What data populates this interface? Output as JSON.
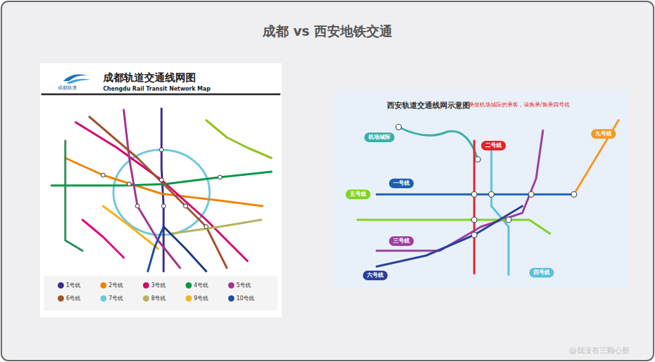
{
  "diagram": {
    "title": "成都 vs 西安地铁交通",
    "nodes": [
      {
        "text": [
          "成都轨道交通线网图",
          "Chengdu Rail Transit Network Map"
        ]
      },
      {
        "text": [
          "西安轨道交通线网示意图"
        ]
      },
      {
        "text": [
          "机场城际"
        ],
        "in": 1
      },
      {
        "text": [
          "二号线"
        ],
        "in": 1
      },
      {
        "text": [
          "九号线"
        ],
        "in": 1
      },
      {
        "text": [
          "一号线"
        ],
        "in": 1
      },
      {
        "text": [
          "五号线"
        ],
        "in": 1
      },
      {
        "text": [
          "三号线"
        ],
        "in": 1
      },
      {
        "text": [
          "六号线"
        ],
        "in": 1
      },
      {
        "text": [
          "四号线"
        ],
        "in": 1
      }
    ],
    "labels": [
      "成都轨道",
      "乘坐机场城际的乘客，请换乘/换乘四号线",
      "@我没有三颗心脏"
    ],
    "legend": [
      {
        "text": "1号线",
        "color": "#3d2a8b"
      },
      {
        "text": "2号线",
        "color": "#f08200"
      },
      {
        "text": "3号线",
        "color": "#d6006c"
      },
      {
        "text": "4号线",
        "color": "#009944"
      },
      {
        "text": "5号线",
        "color": "#a4338e"
      },
      {
        "text": "6号线",
        "color": "#a0522d"
      },
      {
        "text": "7号线",
        "color": "#6fc7de"
      },
      {
        "text": "8号线",
        "color": "#b5b35c"
      },
      {
        "text": "9号线",
        "color": "#f5b21a"
      },
      {
        "text": "10号线",
        "color": "#1c4fa0"
      }
    ]
  }
}
